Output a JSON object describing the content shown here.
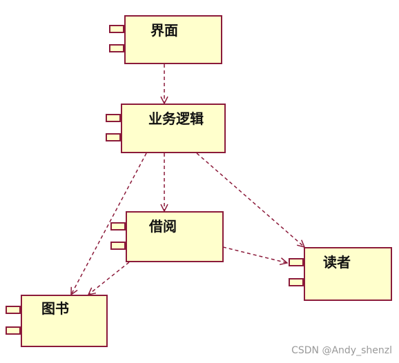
{
  "components": {
    "ui": {
      "name": "界面"
    },
    "business_logic": {
      "name": "业务逻辑"
    },
    "borrow": {
      "name": "借阅"
    },
    "reader": {
      "name": "读者"
    },
    "book": {
      "name": "图书"
    }
  },
  "dependencies": [
    {
      "from": "界面",
      "to": "业务逻辑"
    },
    {
      "from": "业务逻辑",
      "to": "借阅"
    },
    {
      "from": "业务逻辑",
      "to": "图书"
    },
    {
      "from": "业务逻辑",
      "to": "读者"
    },
    {
      "from": "借阅",
      "to": "图书"
    },
    {
      "from": "借阅",
      "to": "读者"
    }
  ],
  "colors": {
    "component_fill": "#ffffcc",
    "component_border": "#8b1a3a",
    "dependency_line": "#8b1a3a"
  },
  "watermark": "CSDN @Andy_shenzl"
}
